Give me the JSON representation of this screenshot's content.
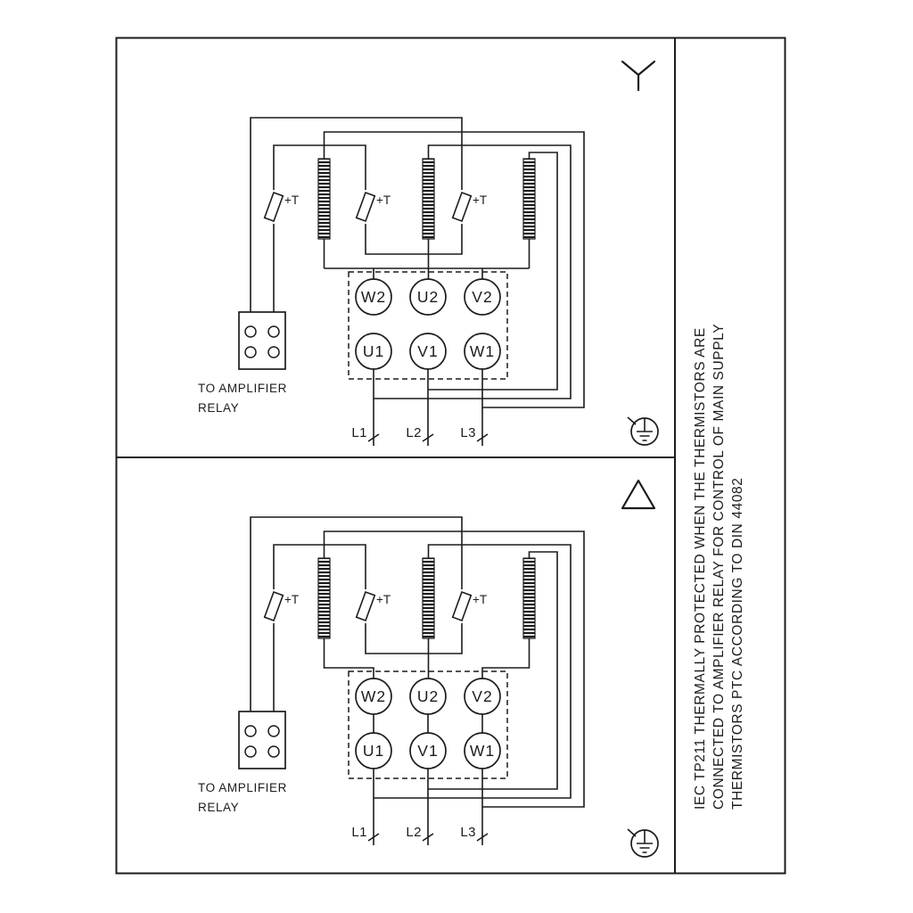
{
  "colors": {
    "line": "#1c1c1c",
    "background": "#ffffff"
  },
  "sidebar": {
    "note_lines": [
      "IEC TP211 THERMALLY PROTECTED WHEN THE THERMISTORS ARE",
      "CONNECTED TO AMPLIFIER RELAY FOR CONTROL OF MAIN SUPPLY",
      "THERMISTORS PTC ACCORDING TO DIN 44082"
    ]
  },
  "panels": [
    {
      "connection_symbol": "star-icon",
      "thermistors": [
        "+T",
        "+T",
        "+T"
      ],
      "terminals_top": [
        "W2",
        "U2",
        "V2"
      ],
      "terminals_bottom": [
        "U1",
        "V1",
        "W1"
      ],
      "supply_lines": [
        "L1",
        "L2",
        "L3"
      ],
      "relay_caption_line1": "TO AMPLIFIER",
      "relay_caption_line2": "RELAY"
    },
    {
      "connection_symbol": "delta-icon",
      "thermistors": [
        "+T",
        "+T",
        "+T"
      ],
      "terminals_top": [
        "W2",
        "U2",
        "V2"
      ],
      "terminals_bottom": [
        "U1",
        "V1",
        "W1"
      ],
      "supply_lines": [
        "L1",
        "L2",
        "L3"
      ],
      "relay_caption_line1": "TO AMPLIFIER",
      "relay_caption_line2": "RELAY"
    }
  ]
}
